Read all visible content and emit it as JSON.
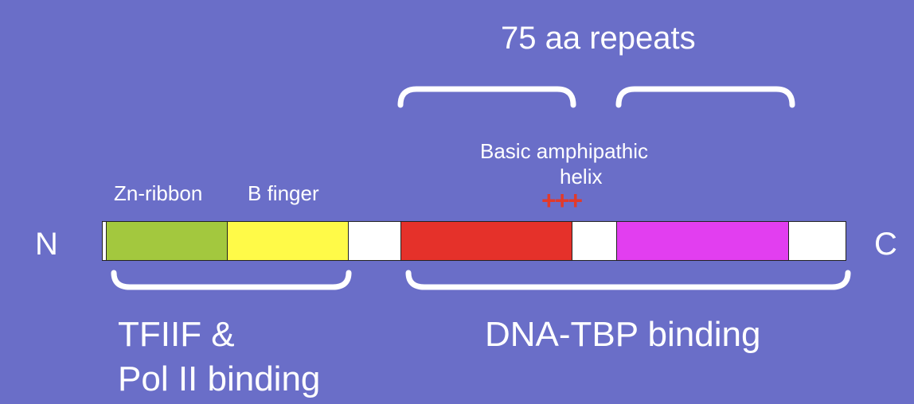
{
  "title": "75 aa repeats",
  "labels": {
    "zn_ribbon": "Zn-ribbon",
    "b_finger": "B finger",
    "helix_line1": "Basic amphipathic",
    "helix_line2": "helix",
    "plus": "+++",
    "n_term": "N",
    "c_term": "C",
    "tfiif_line1": "TFIIF &",
    "tfiif_line2": "Pol II binding",
    "dna_tbp": "DNA-TBP binding"
  },
  "colors": {
    "background": "#6a6ec8",
    "zn_ribbon": "#a3c83e",
    "b_finger": "#fffa48",
    "linker": "#ffffff",
    "repeat1": "#e5312a",
    "repeat2": "#e23ef0",
    "plus": "#e23a2a"
  }
}
